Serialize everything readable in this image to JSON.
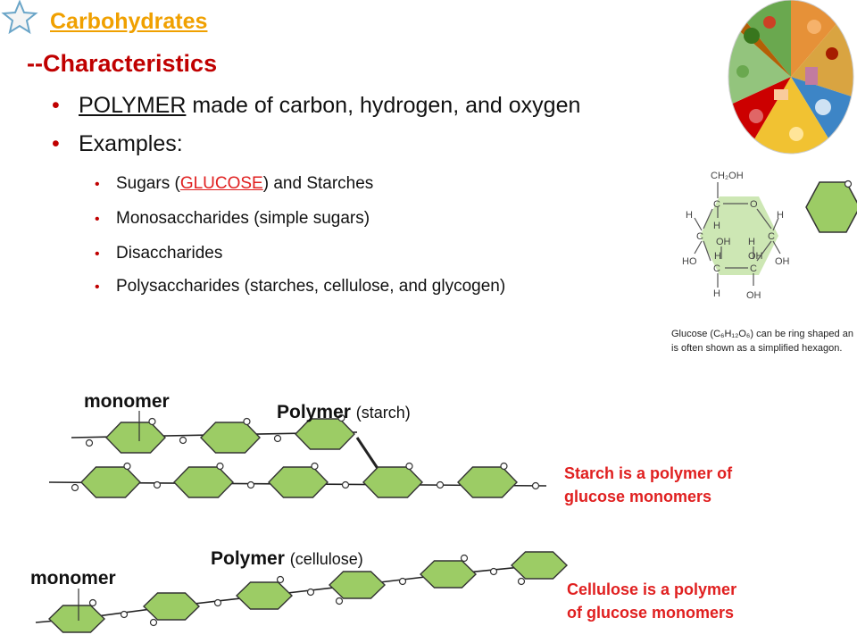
{
  "slide": {
    "title": "Carbohydrates",
    "subtitle": "--Characteristics",
    "bullets": [
      {
        "pre": "",
        "emph": "POLYMER",
        "post": " made of carbon, hydrogen,  and oxygen"
      },
      {
        "text": "Examples:"
      }
    ],
    "sub_bullets": [
      {
        "pre": "Sugars (",
        "emph": "GLUCOSE",
        "post": ") and Starches"
      },
      {
        "text": "Monosaccharides (simple sugars)"
      },
      {
        "text": "Disaccharides"
      },
      {
        "text": "Polysaccharides (starches, cellulose, and glycogen)"
      }
    ]
  },
  "glucose_figure": {
    "atoms": {
      "top": "CH₂OH",
      "ring_o": "O",
      "c": "C",
      "h": "H",
      "oh": "OH",
      "ho": "HO"
    },
    "caption_lines": [
      "Glucose (C₆H₁₂O₆) can be ring shaped an",
      "is often shown as a simplified hexagon."
    ]
  },
  "starch_diagram": {
    "monomer_label": "monomer",
    "polymer_label_bold": "Polymer",
    "polymer_label_light": "(starch)",
    "note_lines": [
      "Starch is a polymer of",
      "glucose monomers"
    ]
  },
  "cellulose_diagram": {
    "monomer_label": "monomer",
    "polymer_label_bold": "Polymer",
    "polymer_label_light": "(cellulose)",
    "note_lines": [
      "Cellulose is a polymer",
      "of glucose monomers"
    ]
  },
  "colors": {
    "title": "#f0a000",
    "accent_red": "#c00000",
    "highlight_red": "#e02020",
    "hexagon_fill": "#9ccc65",
    "hexagon_stroke": "#3a6b1e"
  },
  "icons": {
    "corner": "star-icon",
    "food": "food-plate-image"
  }
}
